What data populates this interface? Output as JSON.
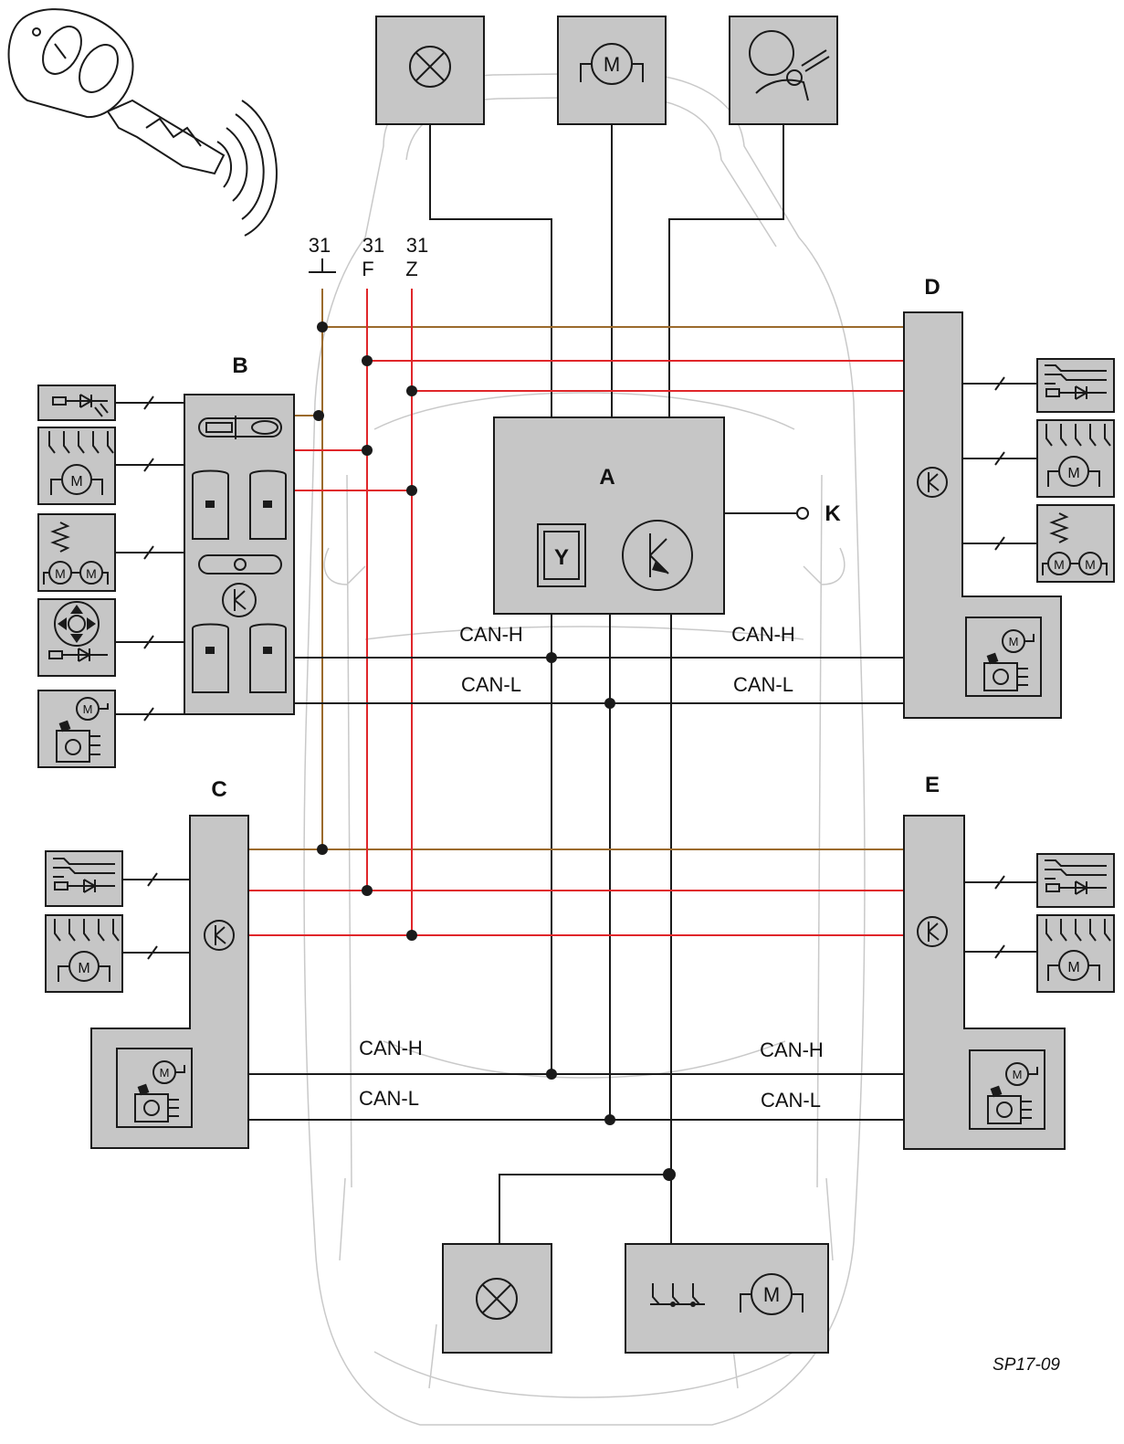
{
  "labels": {
    "module_a": "A",
    "module_b": "B",
    "module_c": "C",
    "module_d": "D",
    "module_e": "E",
    "node_k": "K",
    "fuse_y": "Y",
    "terminal_31": "31",
    "terminal_31f_num": "31",
    "terminal_31f_letter": "F",
    "terminal_31z_num": "31",
    "terminal_31z_letter": "Z",
    "can_h": "CAN-H",
    "can_l": "CAN-L",
    "motor": "M",
    "figure_id": "SP17-09"
  },
  "colors": {
    "module_fill": "#c6c6c6",
    "wire_ground": "#9b6a2c",
    "wire_supply": "#e0262a",
    "can_bus": "#1a1a1a",
    "car_outline": "#c9c9c9"
  },
  "icons": [
    "car-key-icon",
    "lamp-icon",
    "motor-icon",
    "airbag-icon",
    "microcontroller-icon",
    "switch-array-icon",
    "led-sensor-icon",
    "heater-icon",
    "mirror-joystick-icon",
    "seat-position-icon"
  ]
}
